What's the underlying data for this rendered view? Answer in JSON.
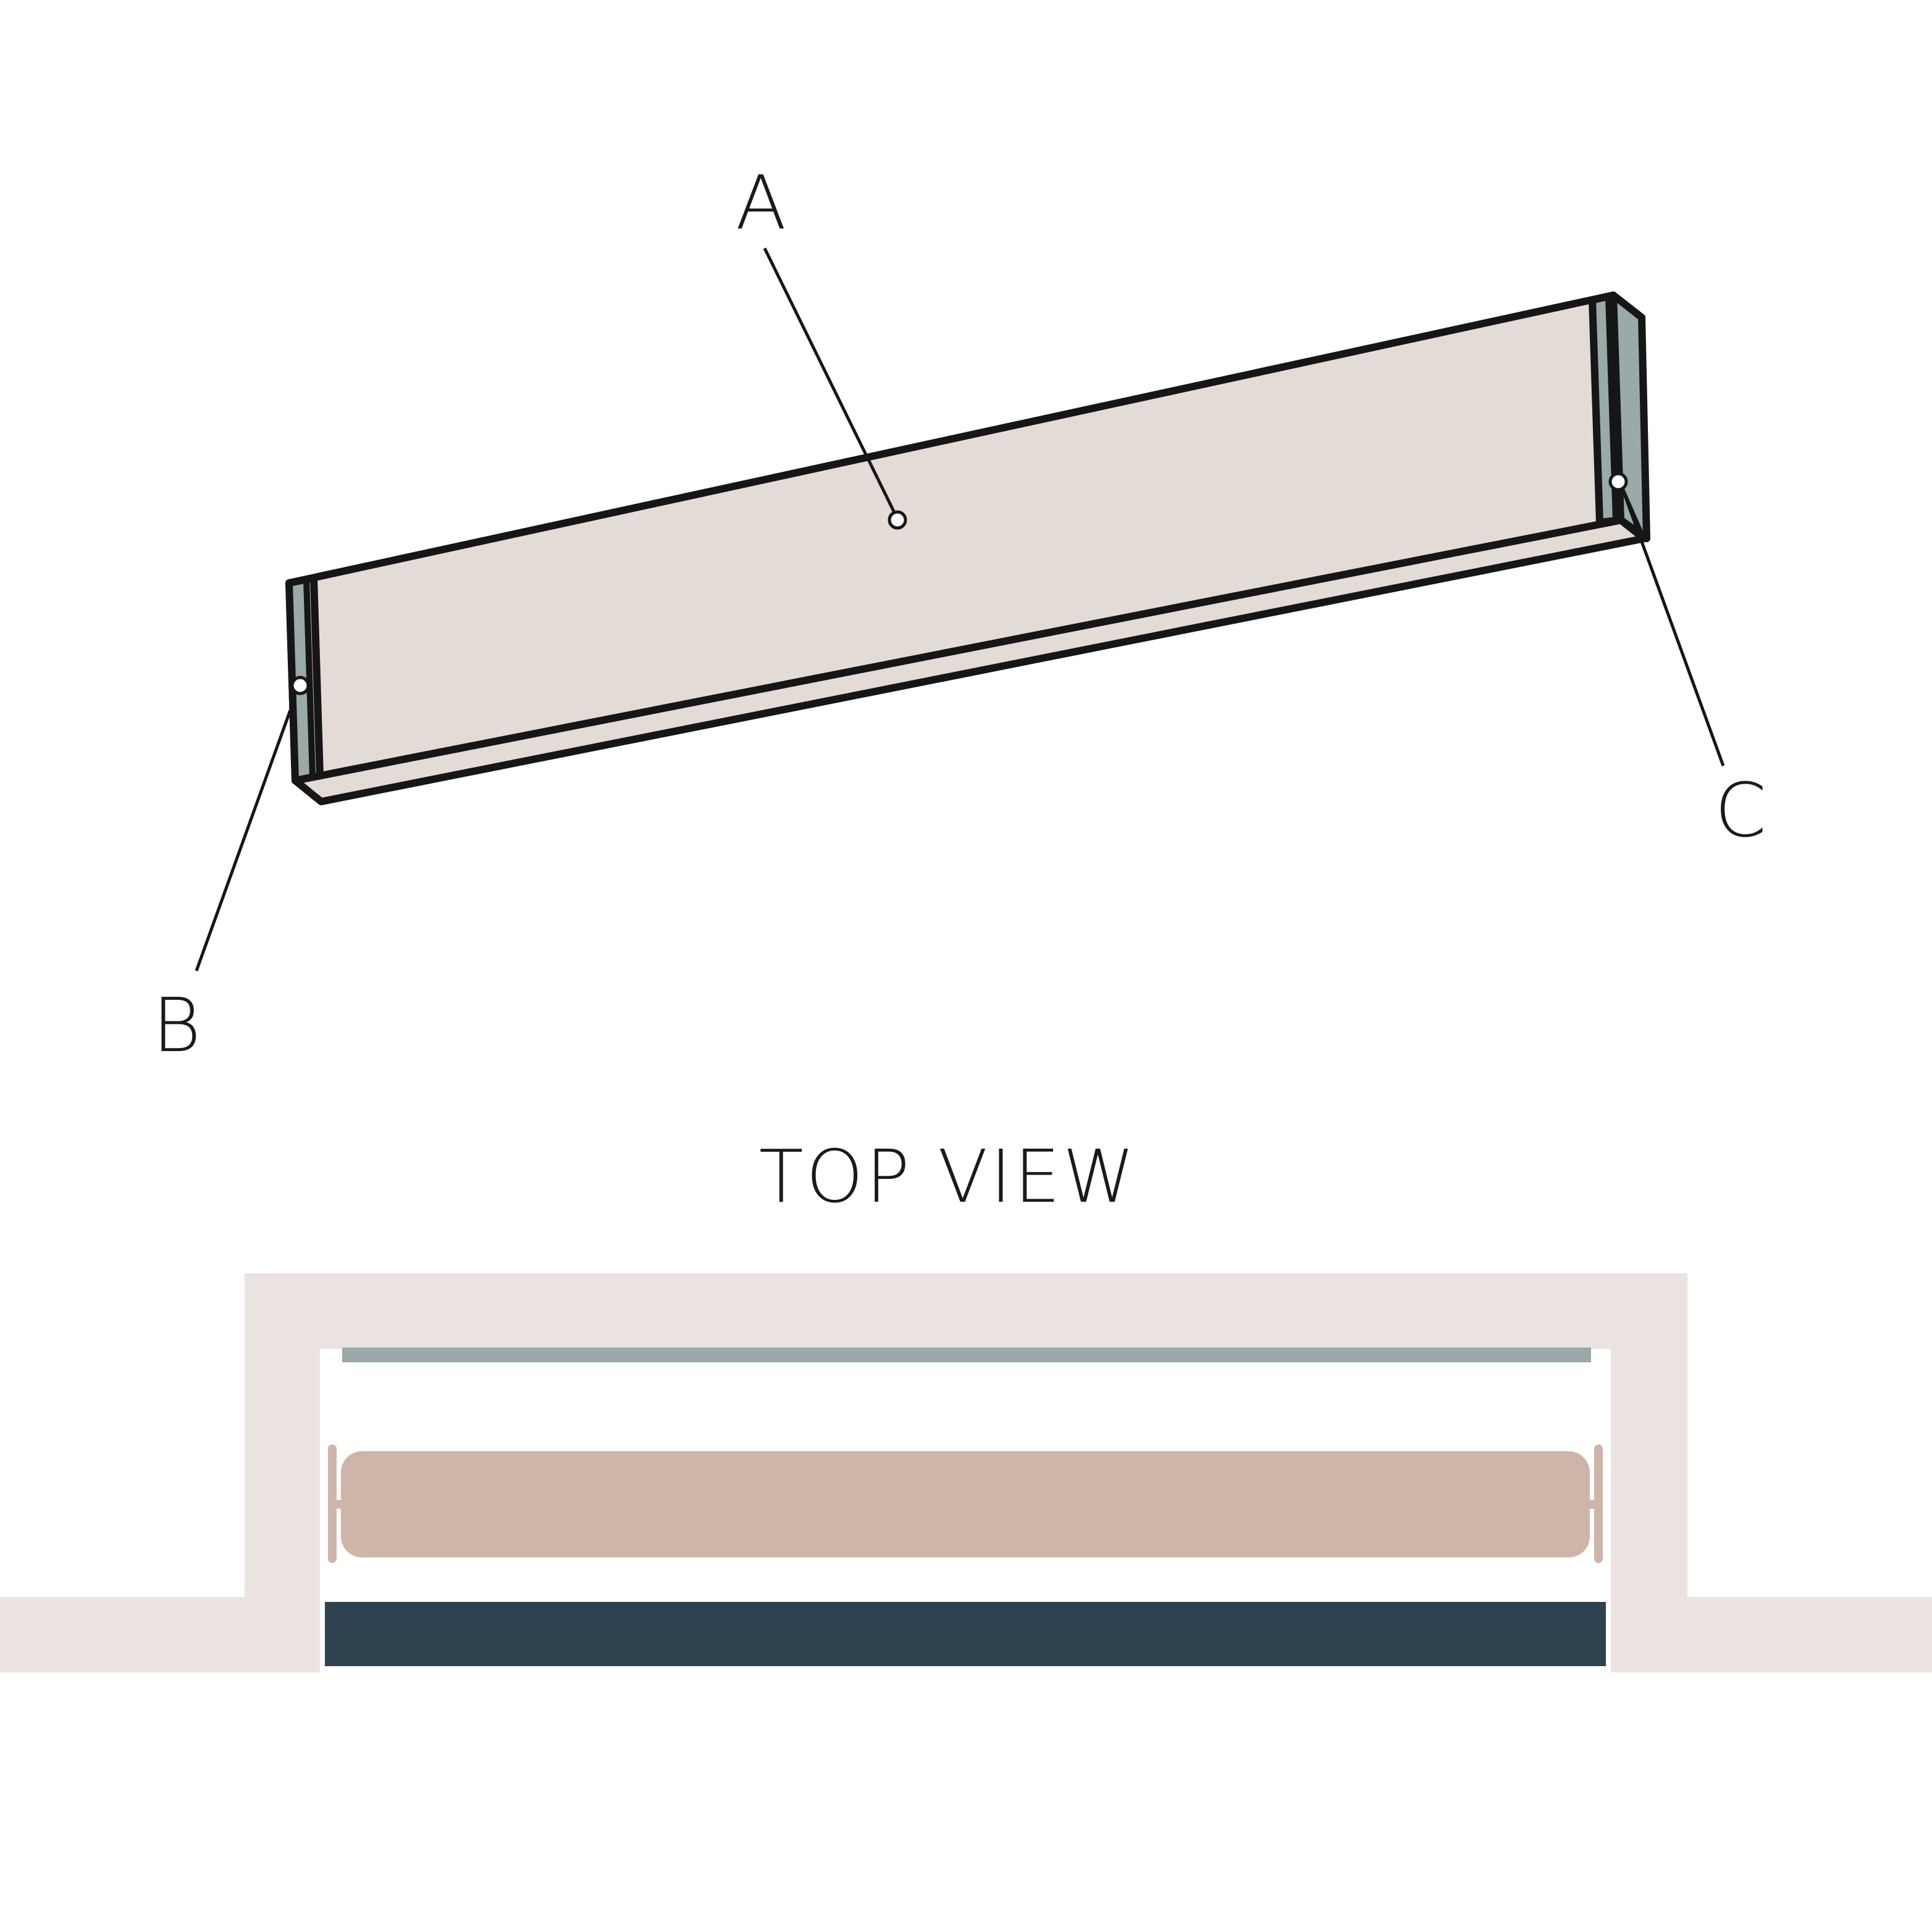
{
  "labels": {
    "a": "A",
    "b": "B",
    "c": "C"
  },
  "top_view": {
    "title": "TOP VIEW"
  },
  "colors": {
    "wall": "#eae3df",
    "valance_front": "#e3dcd6",
    "end_panel": "#9aa9aa",
    "roller_shade": "#ceb5a8",
    "window_glass": "#2e4250",
    "outline": "#161616",
    "background": "#ffffff"
  }
}
